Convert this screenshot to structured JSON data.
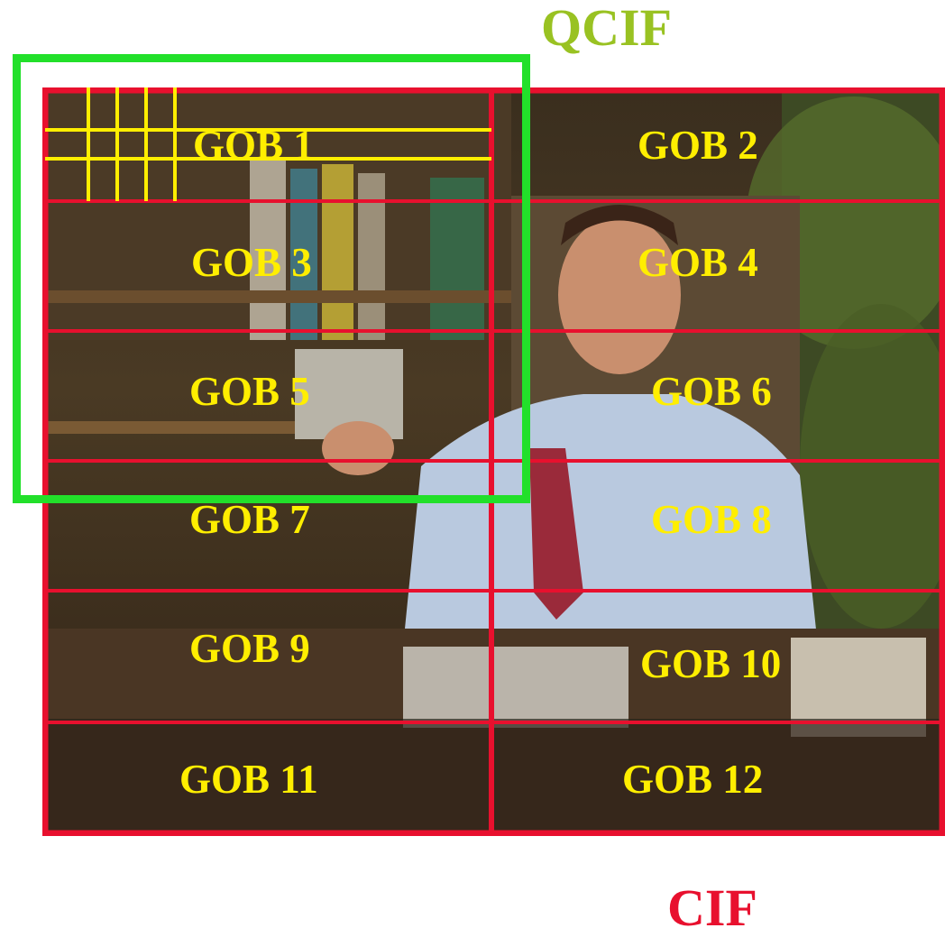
{
  "labels": {
    "qcif": "QCIF",
    "cif": "CIF"
  },
  "gobs": [
    {
      "label": "GOB 1"
    },
    {
      "label": "GOB 2"
    },
    {
      "label": "GOB 3"
    },
    {
      "label": "GOB 4"
    },
    {
      "label": "GOB 5"
    },
    {
      "label": "GOB 6"
    },
    {
      "label": "GOB 7"
    },
    {
      "label": "GOB 8"
    },
    {
      "label": "GOB 9"
    },
    {
      "label": "GOB 10"
    },
    {
      "label": "GOB 11"
    },
    {
      "label": "GOB 12"
    }
  ],
  "colors": {
    "cif_grid": "#e8102e",
    "qcif_frame": "#22e02a",
    "gob_text": "#ffee00",
    "macroblock_grid": "#ffee00",
    "qcif_title": "#99c222",
    "cif_title": "#e8102e"
  }
}
